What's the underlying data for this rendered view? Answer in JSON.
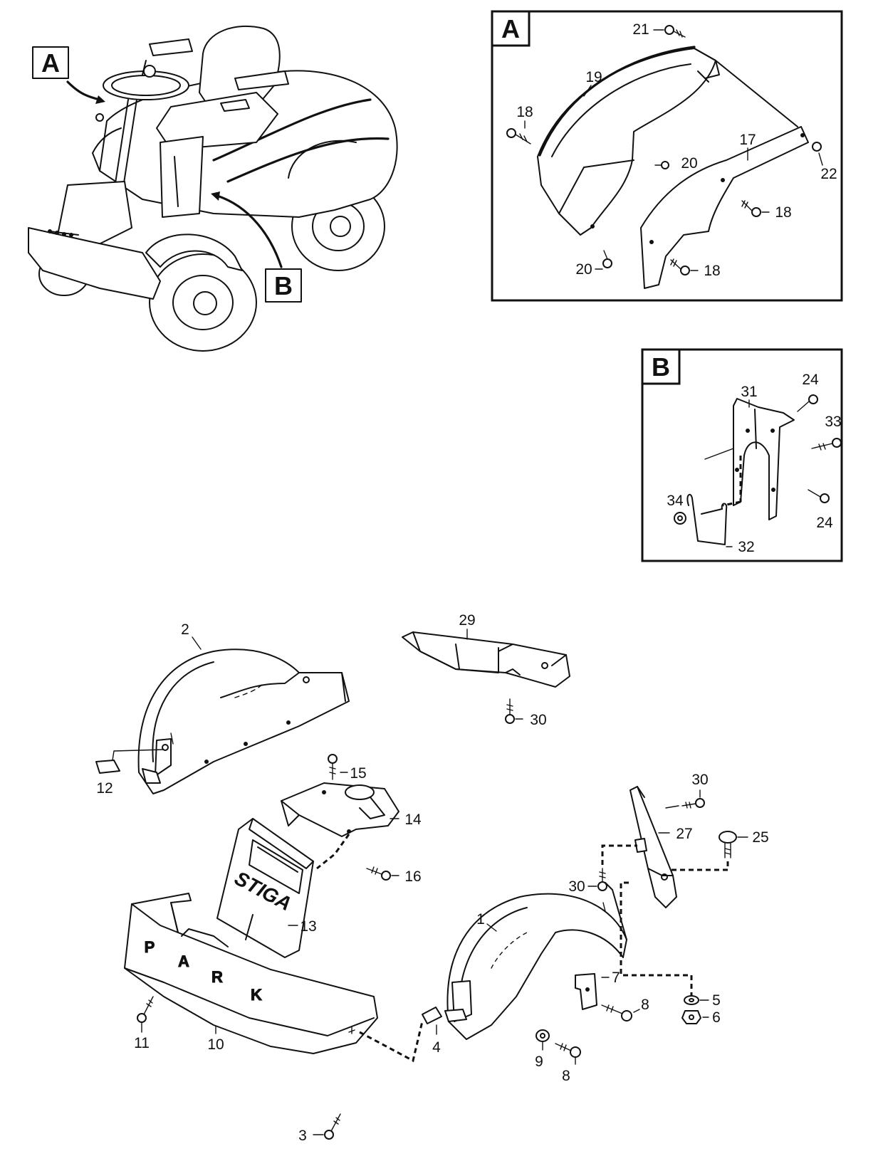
{
  "detail_labels": {
    "a": "A",
    "b": "B"
  },
  "brand_mark": "STIGA",
  "bumper_text": [
    "P",
    "A",
    "R",
    "K"
  ],
  "callouts": {
    "c1": "1",
    "c2": "2",
    "c3": "3",
    "c4": "4",
    "c5": "5",
    "c6": "6",
    "c7": "7",
    "c8a": "8",
    "c8b": "8",
    "c9": "9",
    "c10": "10",
    "c11": "11",
    "c12": "12",
    "c13": "13",
    "c14": "14",
    "c15": "15",
    "c16": "16",
    "c17": "17",
    "c18a": "18",
    "c18b": "18",
    "c18c": "18",
    "c19": "19",
    "c20a": "20",
    "c20b": "20",
    "c21": "21",
    "c22": "22",
    "c24a": "24",
    "c24b": "24",
    "c25": "25",
    "c27": "27",
    "c29": "29",
    "c30a": "30",
    "c30b": "30",
    "c30c": "30",
    "c31": "31",
    "c32": "32",
    "c33": "33",
    "c34": "34"
  }
}
